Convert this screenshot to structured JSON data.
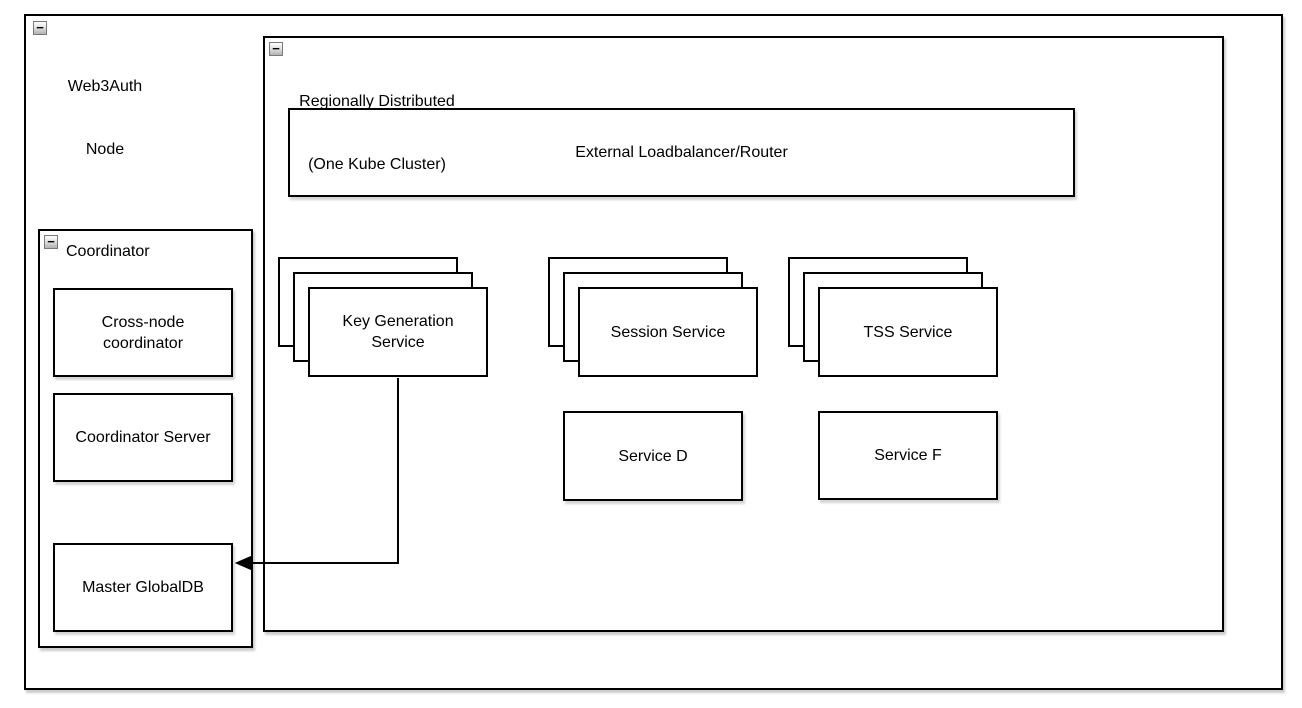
{
  "icons": {
    "collapse_glyph": "−"
  },
  "colors": {
    "line": "#000000",
    "shape_fill": "#ffffff",
    "collapse_button_fill": "#c9c9c9"
  },
  "web3auth_group": {
    "title_line1": "Web3Auth",
    "title_line2": "Node"
  },
  "coordinator_group": {
    "title": "Coordinator",
    "cross_node_box": "Cross-node coordinator",
    "server_box": "Coordinator Server",
    "master_db_box": "Master GlobalDB"
  },
  "regional_group": {
    "title_line1": "Regionally Distributed",
    "title_line2": "(One Kube Cluster)",
    "loadbalancer_box": "External Loadbalancer/Router",
    "keygen_stack": "Key Generation Service",
    "session_stack": "Session Service",
    "tss_stack": "TSS Service",
    "service_d_box": "Service D",
    "service_f_box": "Service F"
  },
  "connections": [
    {
      "from": "Key Generation Service",
      "to": "Master GlobalDB",
      "style": "orthogonal-arrow"
    }
  ]
}
